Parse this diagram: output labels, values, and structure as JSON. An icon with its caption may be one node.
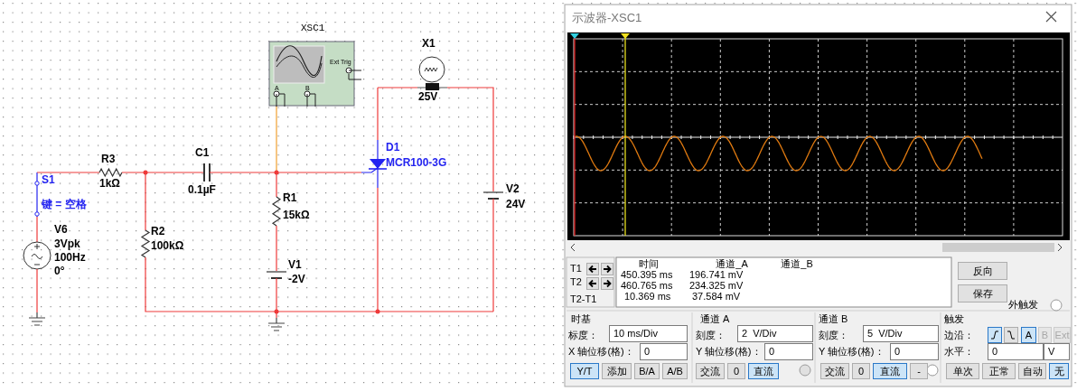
{
  "diagram": {
    "labels": [
      "XSC1",
      "Ext Trig",
      "A",
      "B",
      "X1",
      "25V",
      "C1",
      "R3",
      "1kΩ",
      "S1",
      "0.1µF",
      "D1",
      "MCR100-3G",
      "键 = 空格",
      "R1",
      "15kΩ",
      "V2",
      "24V",
      "V6",
      "3Vpk",
      "100Hz",
      "0°",
      "R2",
      "100kΩ",
      "V1",
      "-2V",
      "示波器-XSC1",
      "T1",
      "T2",
      "T2-T1",
      "时间",
      "通道_A",
      "通道_B",
      "450.395 ms",
      "196.741 mV",
      "460.765 ms",
      "234.325 mV",
      "10.369 ms",
      "37.584 mV",
      "反向",
      "保存",
      "外触发",
      "时基",
      "标度：",
      "10 ms/Div",
      "X 轴位移(格)：",
      "0",
      "通道 A",
      "刻度：",
      "2  V/Div",
      "Y 轴位移(格)：",
      "0",
      "通道 B",
      "刻度：",
      "5  V/Div",
      "Y 轴位移(格)：",
      "0",
      "触发",
      "边沿：",
      "A",
      "B",
      "Ext",
      "水平：",
      "0",
      "V",
      "Y/T",
      "添加",
      "B/A",
      "A/B",
      "交流",
      "0",
      "直流",
      "交流",
      "0",
      "直流",
      "-",
      "单次",
      "正常",
      "自动",
      "无"
    ]
  }
}
